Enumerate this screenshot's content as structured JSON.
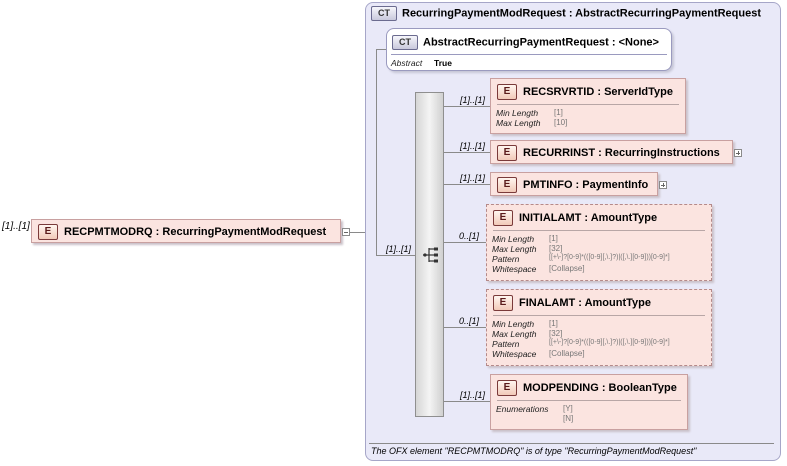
{
  "root": {
    "occurrence": "[1]..[1]",
    "name": "RECPMTMODRQ",
    "type": "RecurringPaymentModRequest"
  },
  "complex_type": {
    "badge": "CT",
    "title": "RecurringPaymentModRequest : AbstractRecurringPaymentRequest"
  },
  "base_type": {
    "badge": "CT",
    "title": "AbstractRecurringPaymentRequest : <None>",
    "facet_key": "Abstract",
    "facet_value": "True"
  },
  "sequence": {
    "occurrence": "[1]..[1]",
    "icon": "sequence-icon"
  },
  "elements": [
    {
      "occurrence": "[1]..[1]",
      "badge": "E",
      "label": "RECSRVRTID : ServerIdType",
      "facets": [
        {
          "k": "Min Length",
          "v": "[1]"
        },
        {
          "k": "Max Length",
          "v": "[10]"
        }
      ]
    },
    {
      "occurrence": "[1]..[1]",
      "badge": "E",
      "label": "RECURRINST : RecurringInstructions",
      "facets": []
    },
    {
      "occurrence": "[1]..[1]",
      "badge": "E",
      "label": "PMTINFO : PaymentInfo",
      "facets": []
    },
    {
      "occurrence": "0..[1]",
      "badge": "E",
      "label": "INITIALAMT : AmountType",
      "facets": [
        {
          "k": "Min Length",
          "v": "[1]"
        },
        {
          "k": "Max Length",
          "v": "[32]"
        },
        {
          "k": "Pattern",
          "v": "[[+\\-]?[0-9]*(([0-9][,\\.]?)|([,\\.][0-9]))[0-9]*]"
        },
        {
          "k": "Whitespace",
          "v": "[Collapse]"
        }
      ]
    },
    {
      "occurrence": "0..[1]",
      "badge": "E",
      "label": "FINALAMT : AmountType",
      "facets": [
        {
          "k": "Min Length",
          "v": "[1]"
        },
        {
          "k": "Max Length",
          "v": "[32]"
        },
        {
          "k": "Pattern",
          "v": "[[+\\-]?[0-9]*(([0-9][,\\.]?)|([,\\.][0-9]))[0-9]*]"
        },
        {
          "k": "Whitespace",
          "v": "[Collapse]"
        }
      ]
    },
    {
      "occurrence": "[1]..[1]",
      "badge": "E",
      "label": "MODPENDING : BooleanType",
      "facets": [
        {
          "k": "Enumerations",
          "v": "[Y]"
        },
        {
          "k": "",
          "v": "[N]"
        }
      ]
    }
  ],
  "footer": "The OFX element \"RECPMTMODRQ\" is of type \"RecurringPaymentModRequest\""
}
